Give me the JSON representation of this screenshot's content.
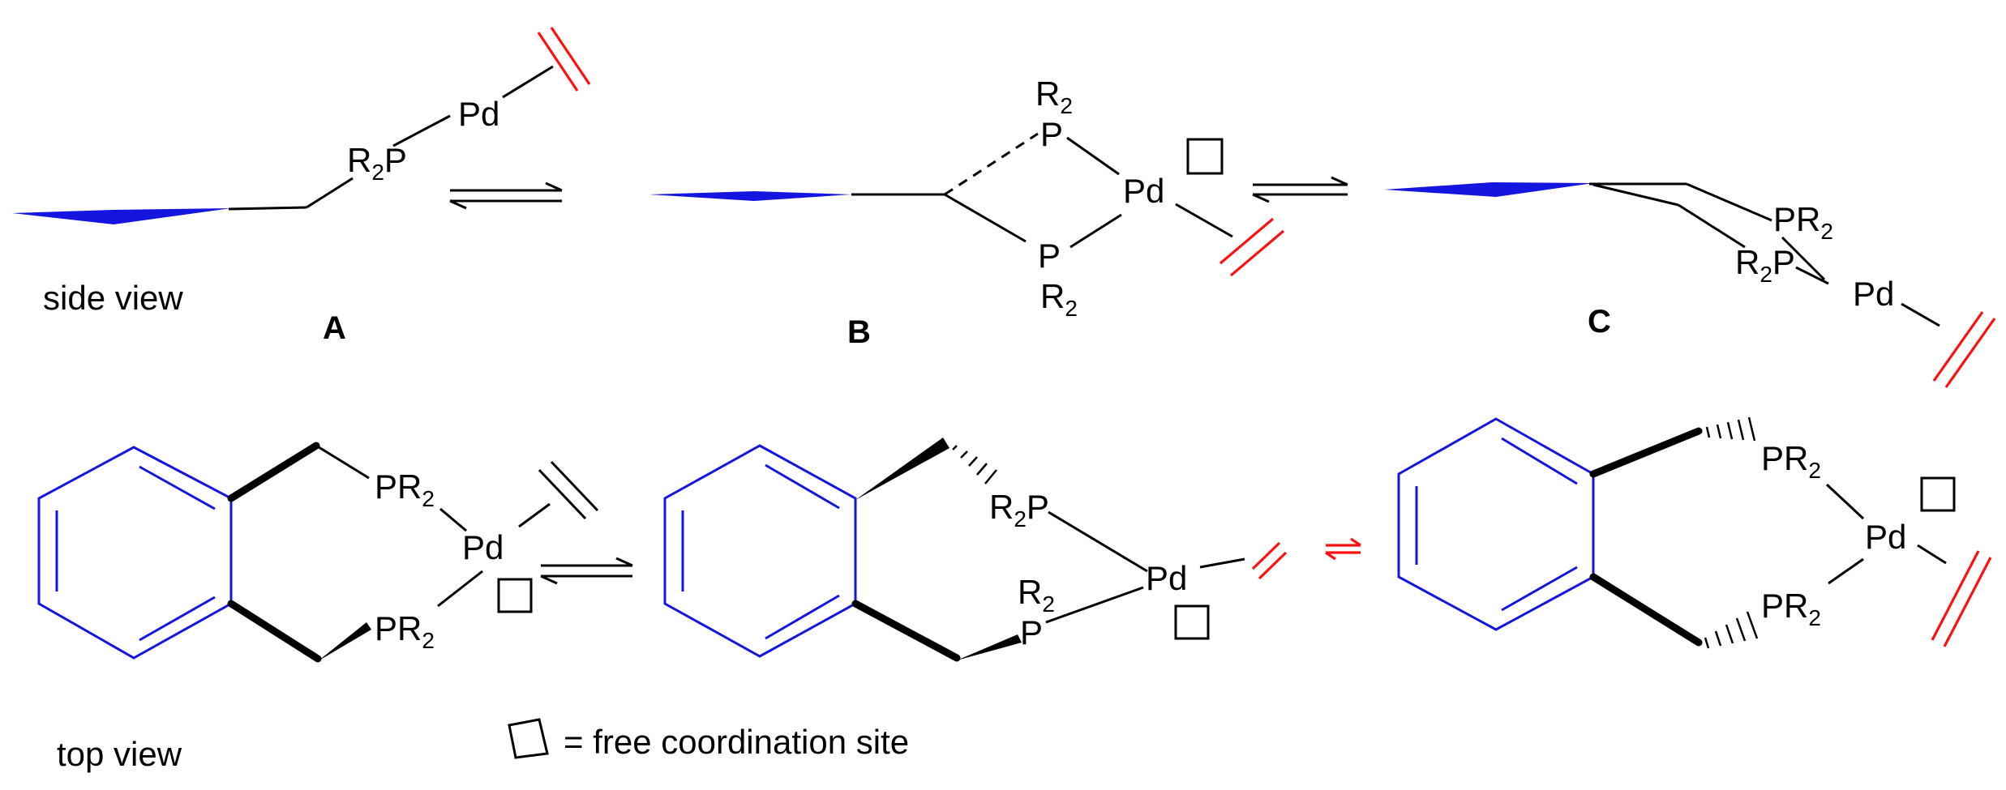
{
  "side_view": {
    "label": "side view",
    "A": {
      "caption": "A",
      "p": "R",
      "p_sub": "2",
      "p_tail": "P",
      "pd": "Pd"
    },
    "B": {
      "caption": "B",
      "r_top": "R",
      "r_top_sub": "2",
      "p_top": "P",
      "pd": "Pd",
      "p_bot": "P",
      "r_bot": "R",
      "r_bot_sub": "2"
    },
    "C": {
      "caption": "C",
      "p1": "PR",
      "p1_sub": "2",
      "p2_r": "R",
      "p2_sub": "2",
      "p2_p": "P",
      "pd": "Pd"
    }
  },
  "top_view": {
    "label": "top view",
    "s1": {
      "p_top": "PR",
      "p_top_sub": "2",
      "pd": "Pd",
      "p_bot": "PR",
      "p_bot_sub": "2"
    },
    "s2": {
      "p_top_r": "R",
      "p_top_sub": "2",
      "p_top_p": "P",
      "pd": "Pd",
      "r_bot": "R",
      "r_bot_sub": "2",
      "p_bot": "P"
    },
    "s3": {
      "p_top": "PR",
      "p_top_sub": "2",
      "pd": "Pd",
      "p_bot": "PR",
      "p_bot_sub": "2"
    }
  },
  "legend": {
    "text": "= free coordination site"
  },
  "colors": {
    "arene": "#1515e0",
    "alkene": "#ff1010",
    "bond": "#000000"
  }
}
